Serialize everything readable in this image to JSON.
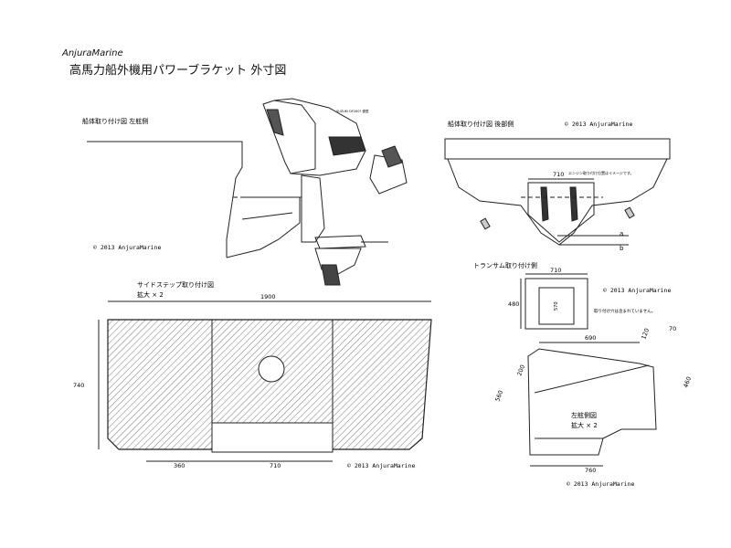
{
  "header": {
    "brand": "AnjuraMarine",
    "title": "高馬力船外機用パワーブラケット 外寸図"
  },
  "views": {
    "left_mount": {
      "title": "船体取り付け図 左舷側",
      "copyright": "© 2013 AnjuraMarine",
      "engine_label": "SUZUKI DF200? 優愛"
    },
    "rear_mount": {
      "title": "船体取り付け図 後部側",
      "copyright": "© 2013 AnjuraMarine",
      "width_dim": "710",
      "note": "エンジン取り付け位置はイメージです。",
      "label_a": "a",
      "label_b": "b"
    },
    "transom": {
      "title": "トランサム取り付け側",
      "copyright": "© 2013 AnjuraMarine",
      "width_dim": "710",
      "height_dim": "480",
      "inner_dim": "570",
      "note": "取り付け穴は含まれていません。"
    },
    "side_step": {
      "title": "サイドステップ取り付け図",
      "scale": "拡大 × 2",
      "overall_width": "1900",
      "height": "740",
      "left_offset": "360",
      "center_width": "710",
      "copyright": "© 2013 AnjuraMarine"
    },
    "port_side": {
      "title": "左舷側図",
      "scale": "拡大 × 2",
      "top_length": "690",
      "dim_120": "120",
      "dim_70": "70",
      "dim_200": "200",
      "dim_560": "560",
      "dim_460": "460",
      "bottom_length": "760",
      "copyright": "© 2013 AnjuraMarine"
    }
  }
}
